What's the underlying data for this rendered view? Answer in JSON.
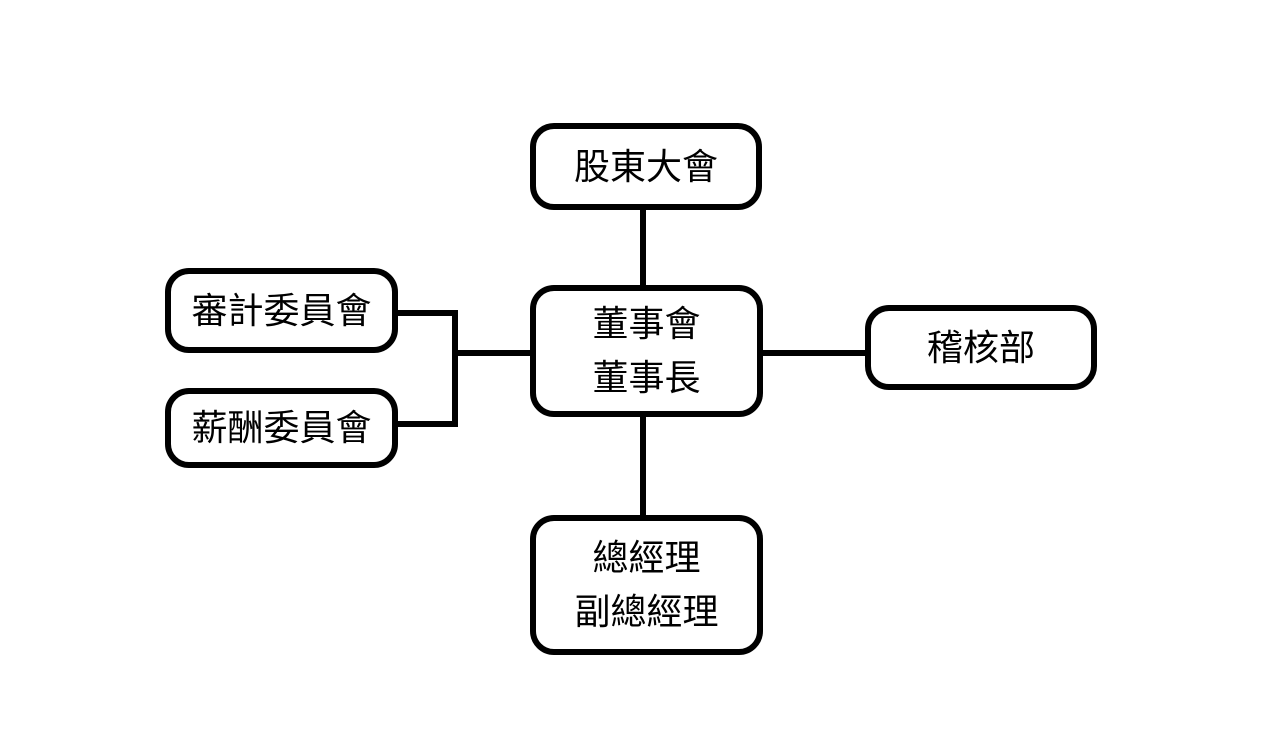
{
  "diagram": {
    "type": "org-chart",
    "colors": {
      "stroke": "#000000",
      "node_fill": "#ffffff",
      "text": "#000000",
      "background": "#ffffff"
    },
    "nodes": {
      "shareholders_meeting": {
        "label": "股東大會"
      },
      "board": {
        "line1": "董事會",
        "line2": "董事長"
      },
      "audit_committee": {
        "label": "審計委員會"
      },
      "remuneration_committee": {
        "label": "薪酬委員會"
      },
      "audit_department": {
        "label": "稽核部"
      },
      "general_manager": {
        "line1": "總經理",
        "line2": "副總經理"
      }
    },
    "edges": [
      {
        "from": "shareholders_meeting",
        "to": "board"
      },
      {
        "from": "audit_committee",
        "to": "board"
      },
      {
        "from": "remuneration_committee",
        "to": "board"
      },
      {
        "from": "board",
        "to": "audit_department"
      },
      {
        "from": "board",
        "to": "general_manager"
      }
    ]
  }
}
